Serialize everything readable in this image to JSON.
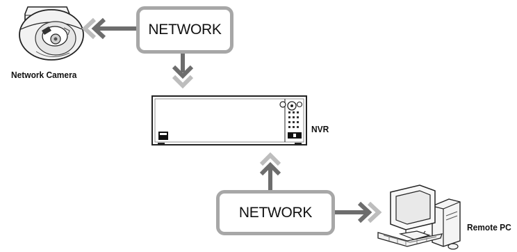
{
  "network_boxes": {
    "top_label": "NETWORK",
    "bottom_label": "NETWORK"
  },
  "devices": {
    "camera_label": "Network Camera",
    "nvr_label": "NVR",
    "pc_label": "Remote PC"
  },
  "colors": {
    "arrow_dark": "#6d6d6d",
    "arrow_light": "#bdbdbd",
    "box_border": "#a7a7a7"
  },
  "icons": [
    "dome-camera-icon",
    "nvr-recorder-icon",
    "desktop-pc-icon"
  ]
}
